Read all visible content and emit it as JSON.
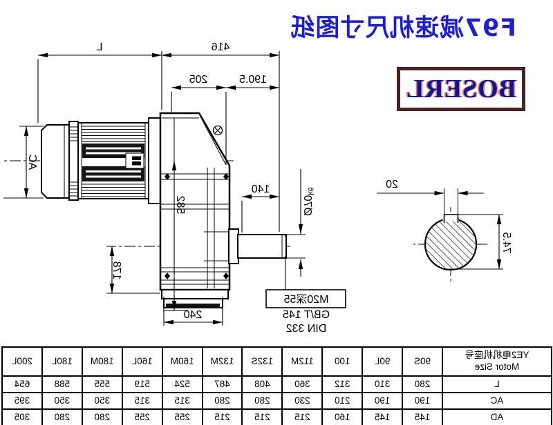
{
  "page": {
    "background": "#ffffff",
    "mirrored": true
  },
  "title": {
    "text": "F97减速机尺寸图纸",
    "color": "#2020c8"
  },
  "logo": {
    "text": "BOSERL",
    "text_color": "#14148c",
    "border_color": "#4a2222"
  },
  "drawing": {
    "dims": {
      "motor_length": "L",
      "overall_416": "416",
      "d205": "205",
      "d190_5": "190.5",
      "motor_diameter": "AC",
      "height_582": "582",
      "d140": "140",
      "shaft_dia": "Ø70",
      "shaft_fit": "k6",
      "d178": "178",
      "base_240": "240",
      "keyway_20": "20",
      "bore_74_5": "74.5"
    },
    "notes": {
      "tap": "M20深55",
      "std1": "GB/T 145",
      "std2": "DIN 332"
    }
  },
  "table": {
    "header_cn": "YE2电机机座号",
    "header_en": "Motor Size",
    "columns": [
      "90S",
      "90L",
      "100",
      "112M",
      "132S",
      "132M",
      "160M",
      "160L",
      "180M",
      "180L",
      "200L"
    ],
    "rows": [
      {
        "label": "L",
        "values": [
          "280",
          "310",
          "312",
          "360",
          "408",
          "487",
          "524",
          "519",
          "555",
          "588",
          "654"
        ]
      },
      {
        "label": "AC",
        "values": [
          "190",
          "190",
          "210",
          "230",
          "280",
          "280",
          "315",
          "315",
          "350",
          "350",
          "395"
        ]
      },
      {
        "label": "AD",
        "values": [
          "145",
          "145",
          "160",
          "215",
          "215",
          "215",
          "255",
          "255",
          "280",
          "280",
          "305"
        ]
      }
    ]
  }
}
